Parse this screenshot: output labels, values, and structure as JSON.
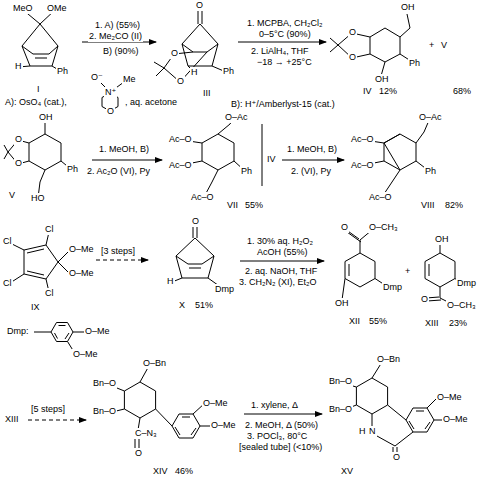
{
  "diagram": {
    "labels": [
      "MeO",
      "OMe",
      "H",
      "Ph",
      "I",
      "1. A) (55%)",
      "2. Me₂CO (II)",
      "B) (90%)",
      "O",
      "O",
      "O",
      "H",
      "Ph",
      "III",
      "1. MCPBA, CH₂Cl₂",
      "0–5°C (90%)",
      "2. LiAlH₄, THF",
      "−18 → +25°C",
      "OH",
      "O",
      "O",
      "Ph",
      "OH",
      "IV",
      "12%",
      "+",
      "V",
      "68%",
      "A): OsO₄ (cat.),",
      "O⁻",
      "N⁺",
      "Me",
      "O",
      ", aq. acetone",
      "B): H⁺/Amberlyst-15 (cat.)",
      "OH",
      "O",
      "O",
      "Ph",
      "HO",
      "V",
      "1. MeOH, B)",
      "2. Ac₂O (VI), Py",
      "O–Ac",
      "Ac–O",
      "Ac–O",
      "Ph",
      "Ac–O",
      "VII",
      "55%",
      "IV",
      "1. MeOH, B)",
      "2. (VI), Py",
      "O–Ac",
      "Ac–O",
      "Ac–O",
      "Ph",
      "Ac–O",
      "VIII",
      "82%",
      "Cl",
      "Cl",
      "Cl",
      "Cl",
      "O–Me",
      "O–Me",
      "IX",
      "[3 steps]",
      "O",
      "H",
      "Dmp",
      "X",
      "51%",
      "1. 30% aq. H₂O₂",
      "AcOH (55%)",
      "2. aq. NaOH, THF",
      "3. CH₂N₂ (XI), Et₂O",
      "O",
      "O–CH₃",
      "OH",
      "Dmp",
      "XII",
      "55%",
      "+",
      "OH",
      "Dmp",
      "O",
      "O–CH₃",
      "XIII",
      "23%",
      "Dmp:",
      "O–Me",
      "O–Me",
      "XIII",
      "[5 steps]",
      "O–Bn",
      "Bn–O",
      "Bn–O",
      "O–Me",
      "O–Me",
      "C–N₃",
      "O",
      "XIV",
      "46%",
      "1. xylene, Δ",
      "2. MeOH, Δ (50%)",
      "3. POCl₃, 80°C",
      "[sealed tube] (<10%)",
      "O–Bn",
      "Bn–O",
      "Bn–O",
      "O–Me",
      "O–Me",
      "H",
      "N",
      "O",
      "XV"
    ]
  }
}
